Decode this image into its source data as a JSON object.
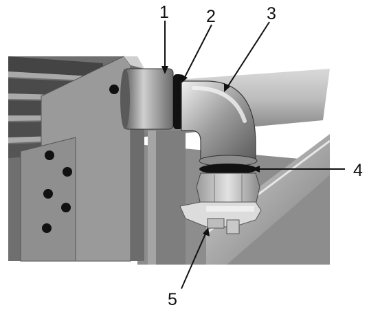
{
  "figure": {
    "callouts": [
      {
        "id": "1",
        "label": "1"
      },
      {
        "id": "2",
        "label": "2"
      },
      {
        "id": "3",
        "label": "3"
      },
      {
        "id": "4",
        "label": "4"
      },
      {
        "id": "5",
        "label": "5"
      }
    ]
  }
}
